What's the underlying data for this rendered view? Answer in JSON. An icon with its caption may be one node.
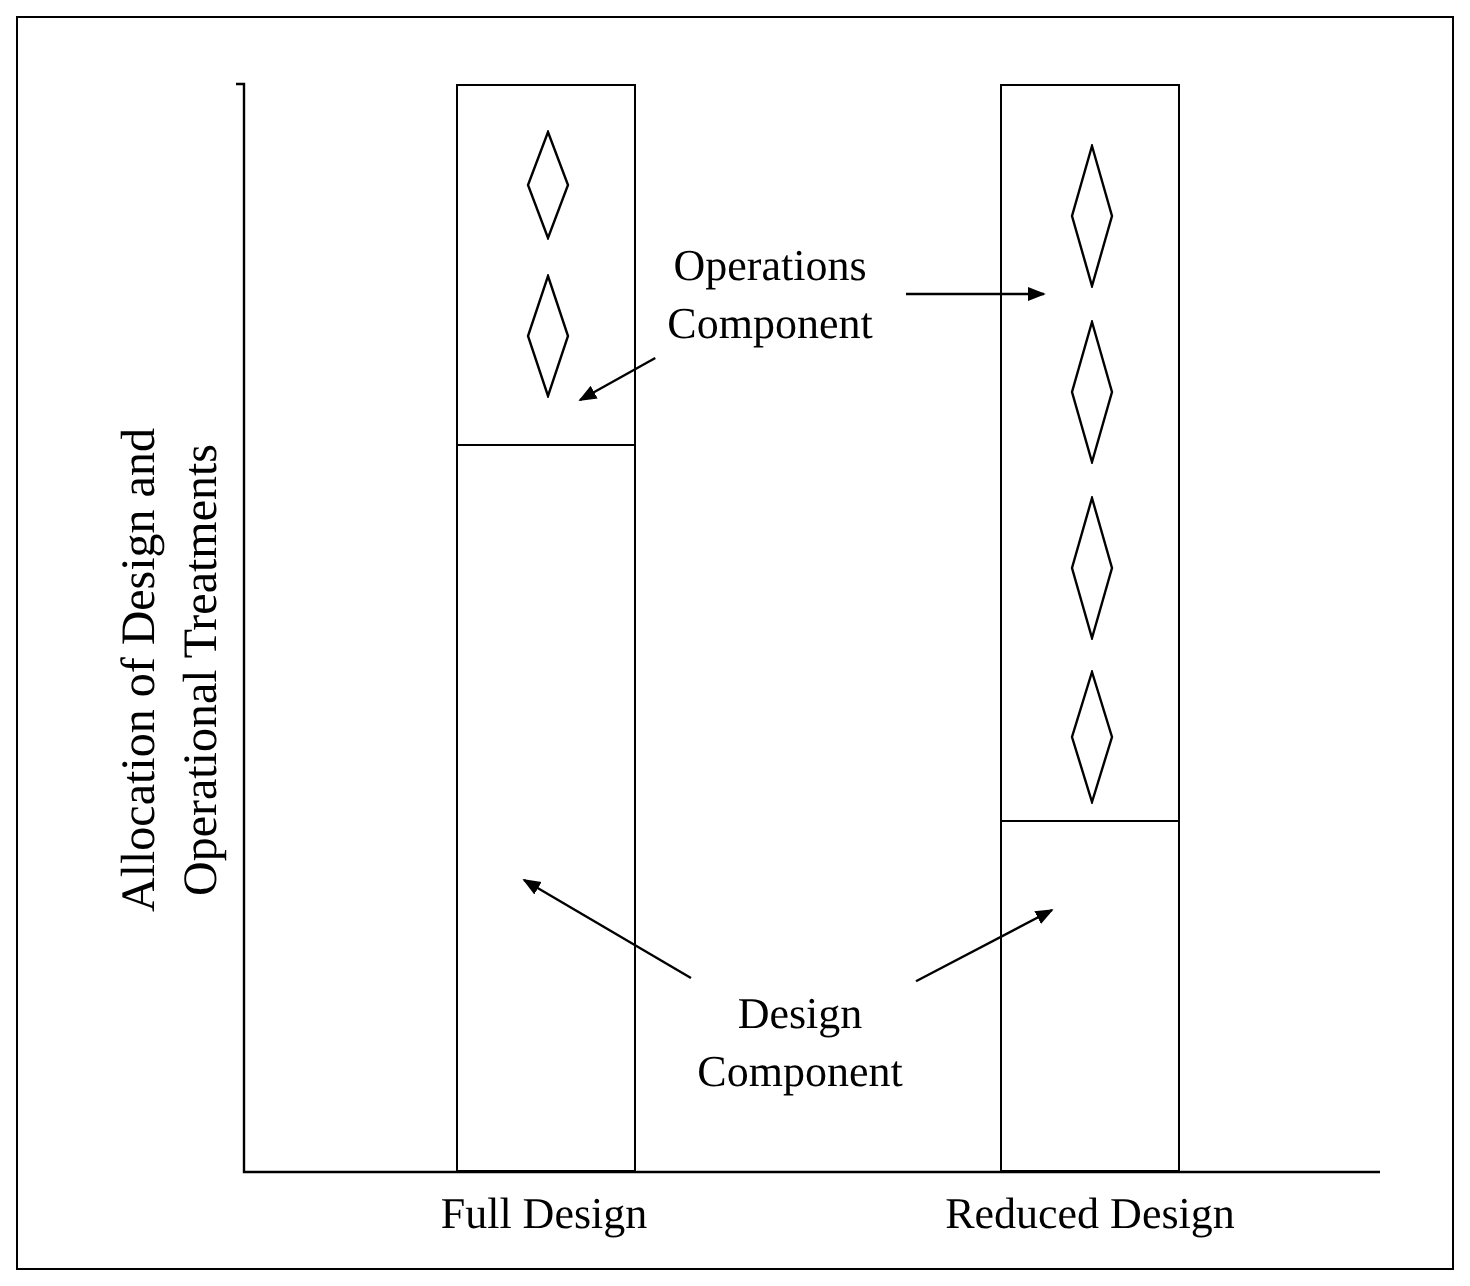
{
  "diagram": {
    "nodes": [
      {
        "text": [
          "Operations Component"
        ]
      },
      {
        "text": [],
        "shape": "box"
      },
      {
        "text": [],
        "shape": "diamond",
        "in": 1
      },
      {
        "text": [],
        "shape": "diamond",
        "in": 1
      },
      {
        "text": [],
        "shape": "box"
      },
      {
        "text": [],
        "shape": "box"
      },
      {
        "text": [],
        "shape": "diamond",
        "in": 5
      },
      {
        "text": [],
        "shape": "diamond",
        "in": 5
      },
      {
        "text": [],
        "shape": "diamond",
        "in": 5
      },
      {
        "text": [],
        "shape": "diamond",
        "in": 5
      },
      {
        "text": [],
        "shape": "box"
      },
      {
        "text": [
          "Design Component"
        ]
      }
    ],
    "edges": [
      {
        "from": 0,
        "to": 1,
        "arrow": "to"
      },
      {
        "from": 0,
        "to": 5,
        "arrow": "to"
      },
      {
        "from": 11,
        "to": 4,
        "arrow": "to"
      },
      {
        "from": 11,
        "to": 10,
        "arrow": "to"
      }
    ],
    "labels": [
      "Allocation of Design and Operational Treatments",
      "Full Design",
      "Reduced Design"
    ]
  }
}
